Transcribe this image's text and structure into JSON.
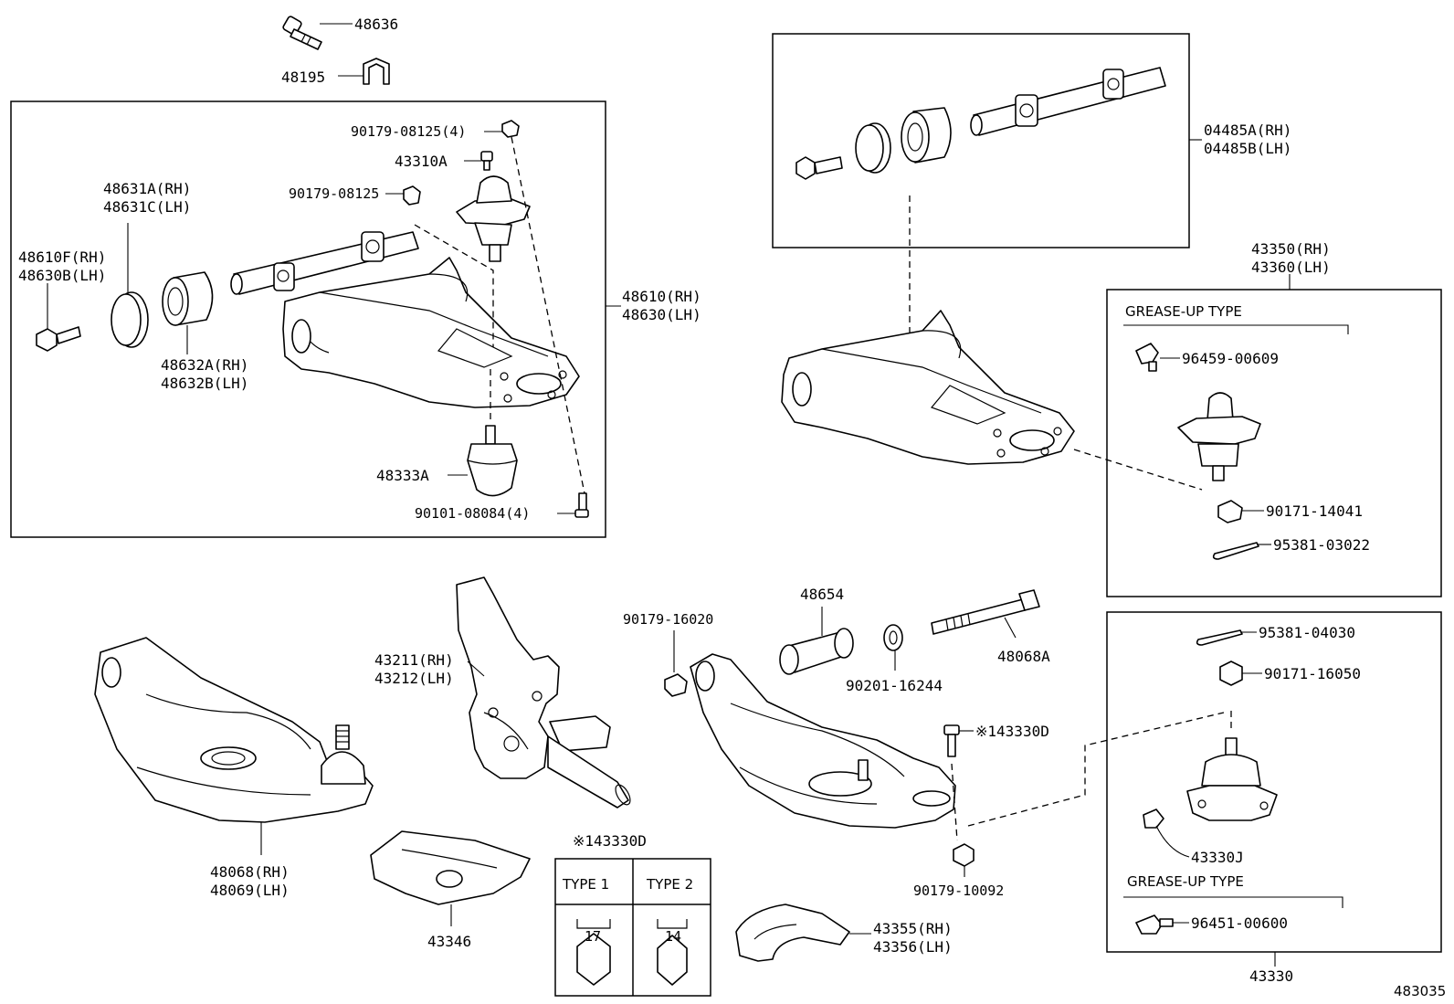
{
  "diagram_id": "483035",
  "labels": {
    "p48636": "48636",
    "p48195": "48195",
    "p90179_08125_4": "90179-08125(4)",
    "p43310A": "43310A",
    "p90179_08125": "90179-08125",
    "p48631A": "48631A(RH)",
    "p48631C": "48631C(LH)",
    "p48610F": "48610F(RH)",
    "p48630B": "48630B(LH)",
    "p48632A": "48632A(RH)",
    "p48632B": "48632B(LH)",
    "p48610": "48610(RH)",
    "p48630": "48630(LH)",
    "p48333A": "48333A",
    "p90101": "90101-08084(4)",
    "p04485A": "04485A(RH)",
    "p04485B": "04485B(LH)",
    "p43350": "43350(RH)",
    "p43360": "43360(LH)",
    "grease_top": "GREASE-UP TYPE",
    "p96459": "96459-00609",
    "p90171_14041": "90171-14041",
    "p95381_03022": "95381-03022",
    "p95381_04030": "95381-04030",
    "p90171_16050": "90171-16050",
    "p43330J": "43330J",
    "grease_bottom": "GREASE-UP TYPE",
    "p96451": "96451-00600",
    "p43330": "43330",
    "p48654": "48654",
    "p90179_16020": "90179-16020",
    "p90201": "90201-16244",
    "p48068A": "48068A",
    "p43330D_note": "※143330D",
    "p90179_10092": "90179-10092",
    "p43211": "43211(RH)",
    "p43212": "43212(LH)",
    "p48068": "48068(RH)",
    "p48069": "48069(LH)",
    "p43346": "43346",
    "p43355": "43355(RH)",
    "p43356": "43356(LH)"
  },
  "type_table": {
    "title": "※143330D",
    "type1": "TYPE 1",
    "type2": "TYPE 2",
    "size1": "17",
    "size2": "14"
  }
}
